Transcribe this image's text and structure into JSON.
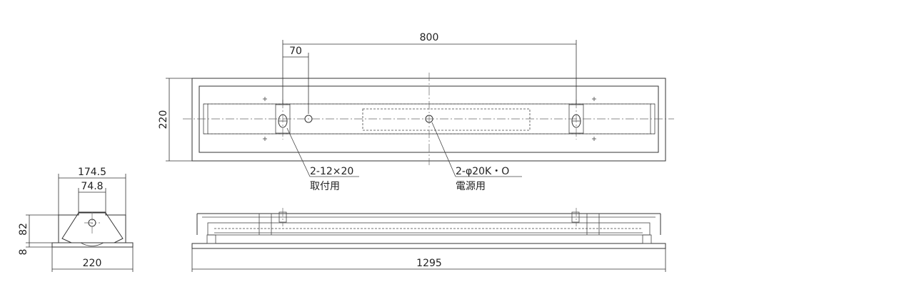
{
  "dimensions": {
    "width_800": "800",
    "offset_70": "70",
    "height_220": "220",
    "width_174_5": "174.5",
    "width_74_8": "74.8",
    "height_82": "82",
    "height_8": "8",
    "width_220": "220",
    "length_1295": "1295"
  },
  "callouts": {
    "mount_hole_spec": "2-12×20",
    "mount_hole_label": "取付用",
    "power_hole_spec": "2-φ20K・O",
    "power_hole_label": "電源用"
  }
}
